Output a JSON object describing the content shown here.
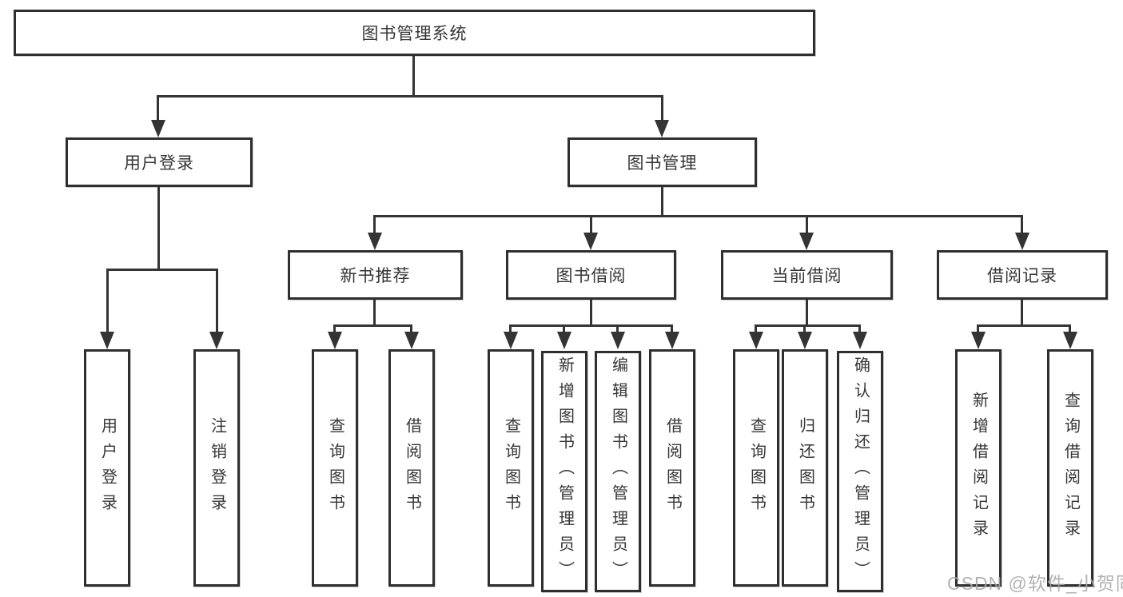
{
  "tree": {
    "root": "图书管理系统",
    "login": {
      "label": "用户登录",
      "children": [
        "用户登录",
        "注销登录"
      ]
    },
    "mgmt": {
      "label": "图书管理"
    },
    "sections": [
      {
        "label": "新书推荐",
        "children": [
          "查询图书",
          "借阅图书"
        ]
      },
      {
        "label": "图书借阅",
        "children": [
          "查询图书",
          "新增图书（管理员）",
          "编辑图书（管理员）",
          "借阅图书"
        ]
      },
      {
        "label": "当前借阅",
        "children": [
          "查询图书",
          "归还图书",
          "确认归还（管理员）"
        ]
      },
      {
        "label": "借阅记录",
        "children": [
          "新增借阅记录",
          "查询借阅记录"
        ]
      }
    ]
  },
  "watermark": "CSDN @软件_小贺同学",
  "colors": {
    "line": "#343434",
    "box_border": "#2f2f2f",
    "box_bg": "#ffffff",
    "text": "#363636",
    "watermark": "#a8a8a8"
  }
}
